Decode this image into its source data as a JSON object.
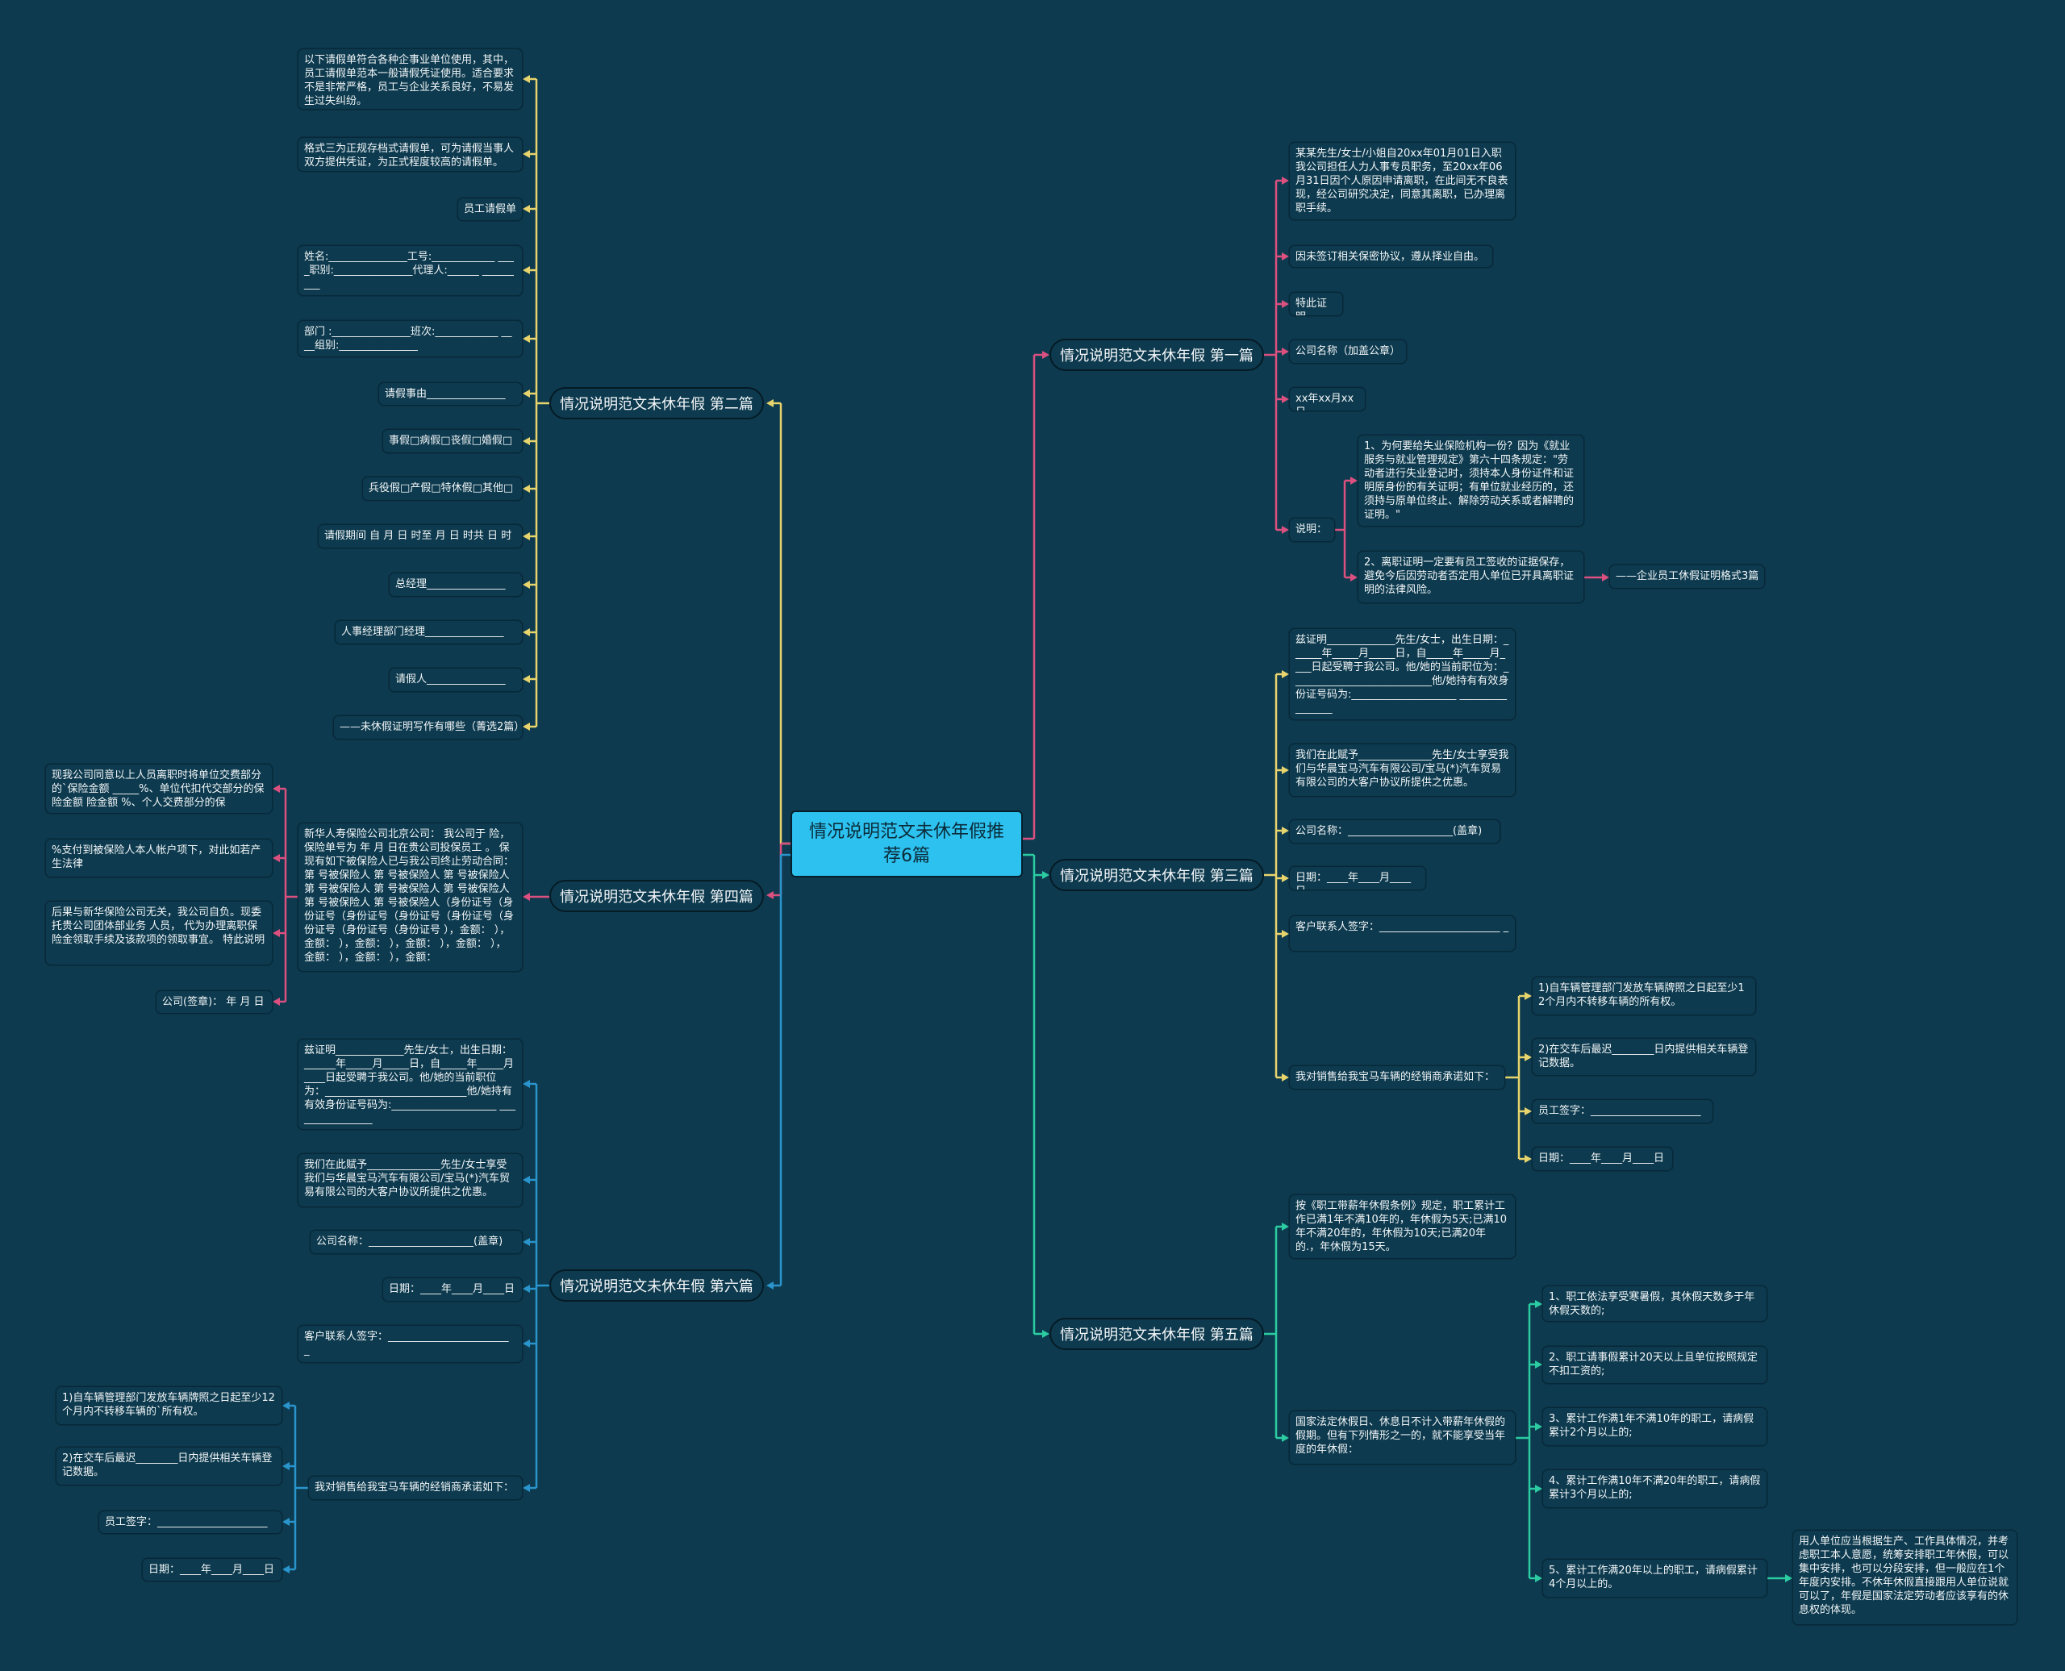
{
  "root": {
    "title": "情况说明范文未休年假推荐6篇"
  },
  "colors": {
    "background": "#0d3a4e",
    "root": "#2cc1ee",
    "yellow": "#e8d46c",
    "pink": "#dc5080",
    "blue": "#2a95cc",
    "teal": "#2bcca2"
  },
  "b1": {
    "title": "情况说明范文未休年假 第一篇",
    "items": [
      "某某先生/女士/小姐自20xx年01月01日入职我公司担任人力人事专员职务，至20xx年06月31日因个人原因申请离职，在此间无不良表现，经公司研究决定，同意其离职，已办理离职手续。",
      "因未签订相关保密协议，遵从择业自由。",
      "特此证明",
      "公司名称（加盖公章）",
      "xx年xx月xx日",
      "说明："
    ],
    "notes": [
      "1、为何要给失业保险机构一份？因为《就业服务与就业管理规定》第六十四条规定：\"劳动者进行失业登记时，须持本人身份证件和证明原身份的有关证明；有单位就业经历的，还须持与原单位终止、解除劳动关系或者解聘的证明。\"",
      "2、离职证明一定要有员工签收的证据保存，避免今后因劳动者否定用人单位已开具离职证明的法律风险。"
    ],
    "link": "——企业员工休假证明格式3篇"
  },
  "b2": {
    "title": "情况说明范文未休年假 第二篇",
    "items": [
      "以下请假单符合各种企事业单位使用，其中，员工请假单范本一般请假凭证使用。适合要求不是非常严格，员工与企业关系良好，不易发生过失纠纷。",
      "格式三为正规存档式请假单，可为请假当事人双方提供凭证，为正式程度较高的请假单。",
      "员工请假单",
      "姓名:_______________工号:____________ ____职别:_______________代理人:______ _________",
      "部门 :_______________班次:____________ ____组别:_______________",
      "请假事由_______________",
      "事假□病假□丧假□婚假□",
      "兵役假□产假□特休假□其他□",
      "请假期间 自 月 日 时至 月 日 时共 日 时",
      "总经理_______________",
      "人事经理部门经理_______________",
      "请假人_______________",
      "——未休假证明写作有哪些（菁选2篇）"
    ]
  },
  "b3": {
    "title": "情况说明范文未休年假 第三篇",
    "items": [
      "兹证明_____________先生/女士，出生日期：______年_____月_____日，自_____年_____月____日起受聘于我公司。他/她的当前职位为：___________________________他/她持有有效身份证号码为:____________________ ________________",
      "我们在此赋予______________先生/女士享受我们与华晨宝马汽车有限公司/宝马(*)汽车贸易有限公司的大客户协议所提供之优惠。",
      "公司名称：____________________(盖章)",
      "日期：____年____月____日",
      "客户联系人签字：_______________________ _",
      "我对销售给我宝马车辆的经销商承诺如下："
    ],
    "promises": [
      "1)自车辆管理部门发放车辆牌照之日起至少12个月内不转移车辆的所有权。",
      "2)在交车后最迟________日内提供相关车辆登记数据。",
      "员工签字：_____________________",
      "日期：____年____月____日"
    ]
  },
  "b4": {
    "title": "情况说明范文未休年假 第四篇",
    "main": "新华人寿保险公司北京公司： 我公司于 险，保险单号为 年 月 日在贵公司投保员工 。 保现有如下被保险人已与我公司终止劳动合同： 第 号被保险人 第 号被保险人 第 号被保险人 第 号被保险人 第 号被保险人 第 号被保险人 第 号被保险人 第 号被保险人（身份证号（身份证号（身份证号（身份证号（身份证号（身份证号（身份证号（身份证号 ），金额： ），金额： ），金额： ），金额： ），金额： ），金额： ），金额： ），金额：",
    "items": [
      "现我公司同意以上人员离职时将单位交费部分的`保险金额 _____%、单位代扣代交部分的保险金额 险金额 %、个人交费部分的保",
      "%支付到被保险人本人帐户项下，对此如若产生法律",
      "后果与新华保险公司无关，我公司自负。现委托贵公司团体部业务 人员， 代为办理离职保险金领取手续及该款项的领取事宜。 特此说明",
      "公司(签章)： 年 月 日"
    ]
  },
  "b5": {
    "title": "情况说明范文未休年假 第五篇",
    "items": [
      "按《职工带薪年休假条例》规定，职工累计工作已满1年不满10年的，年休假为5天;已满10年不满20年的，年休假为10天;已满20年的.，年休假为15天。",
      "国家法定休假日、休息日不计入带薪年休假的假期。但有下列情形之一的，就不能享受当年度的年休假："
    ],
    "cases": [
      "1、职工依法享受寒暑假，其休假天数多于年休假天数的;",
      "2、职工请事假累计20天以上且单位按照规定不扣工资的;",
      "3、累计工作满1年不满10年的职工，请病假累计2个月以上的;",
      "4、累计工作满10年不满20年的职工，请病假累计3个月以上的;",
      "5、累计工作满20年以上的职工，请病假累计4个月以上的。"
    ],
    "note": "用人单位应当根据生产、工作具体情况，并考虑职工本人意愿，统筹安排职工年休假，可以集中安排，也可以分段安排，但一般应在1个年度内安排。不休年休假直接跟用人单位说就可以了，年假是国家法定劳动者应该享有的休息权的体现。"
  },
  "b6": {
    "title": "情况说明范文未休年假 第六篇",
    "items": [
      "兹证明_____________先生/女士，出生日期：______年_____月_____日，自_____年_____月____日起受聘于我公司。他/她的当前职位为：___________________________他/她持有有效身份证号码为:____________________ ________________",
      "我们在此赋予______________先生/女士享受我们与华晨宝马汽车有限公司/宝马(*)汽车贸易有限公司的大客户协议所提供之优惠。",
      "公司名称：____________________(盖章)",
      "日期：____年____月____日",
      "客户联系人签字：_______________________ _",
      "我对销售给我宝马车辆的经销商承诺如下："
    ],
    "promises": [
      "1)自车辆管理部门发放车辆牌照之日起至少12个月内不转移车辆的`所有权。",
      "2)在交车后最迟________日内提供相关车辆登记数据。",
      "员工签字：_____________________",
      "日期：____年____月____日"
    ]
  }
}
